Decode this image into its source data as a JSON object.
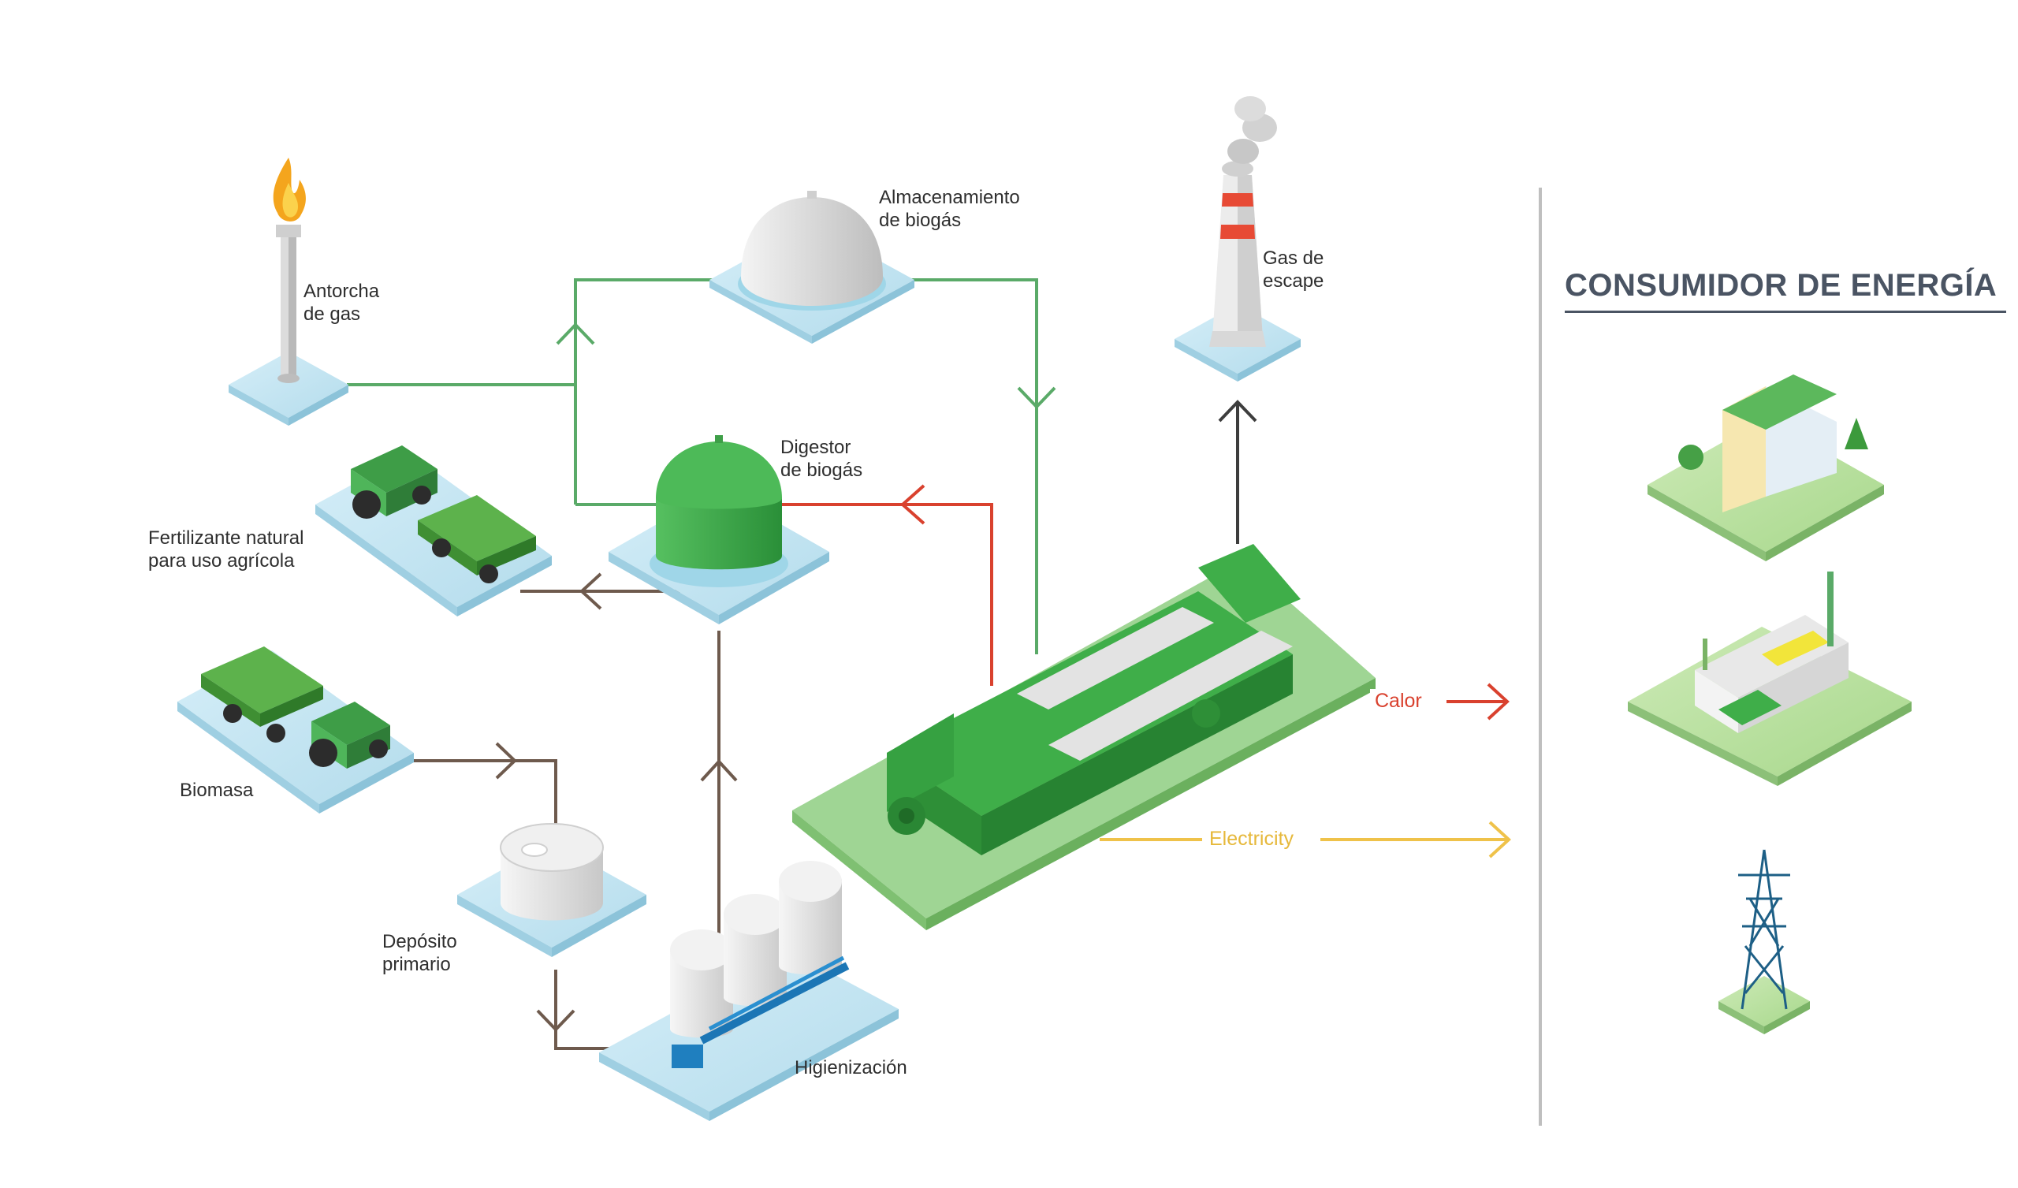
{
  "labels": {
    "torch": [
      "Antorcha",
      "de gas"
    ],
    "storage": [
      "Almacenamiento",
      "de biogás"
    ],
    "exhaust": [
      "Gas de",
      "escape"
    ],
    "digester": [
      "Digestor",
      "de biogás"
    ],
    "fertilizer": [
      "Fertilizante natural",
      "para uso agrícola"
    ],
    "biomass": [
      "Biomasa"
    ],
    "tank": [
      "Depósito",
      "primario"
    ],
    "hygienization": [
      "Higienización"
    ]
  },
  "flows": {
    "heat": "Calor",
    "electricity": "Electricity"
  },
  "consumer": {
    "title": "CONSUMIDOR DE ENERGÍA"
  },
  "colors": {
    "gas_line": "#5aaa68",
    "heat_line": "#d9412e",
    "electric_line": "#efc24a",
    "material_line": "#6e5a4d",
    "exhaust_line": "#3d3d3d",
    "platform": "#c4e6f3",
    "equipment_green": "#3fae49",
    "title": "#4a5463"
  },
  "icons": [
    "flare-icon",
    "gas-dome-icon",
    "chimney-icon",
    "digester-icon",
    "tractor-trailer-icon",
    "round-tank-icon",
    "silo-icon",
    "engine-icon",
    "building-icon",
    "factory-icon",
    "power-tower-icon"
  ]
}
